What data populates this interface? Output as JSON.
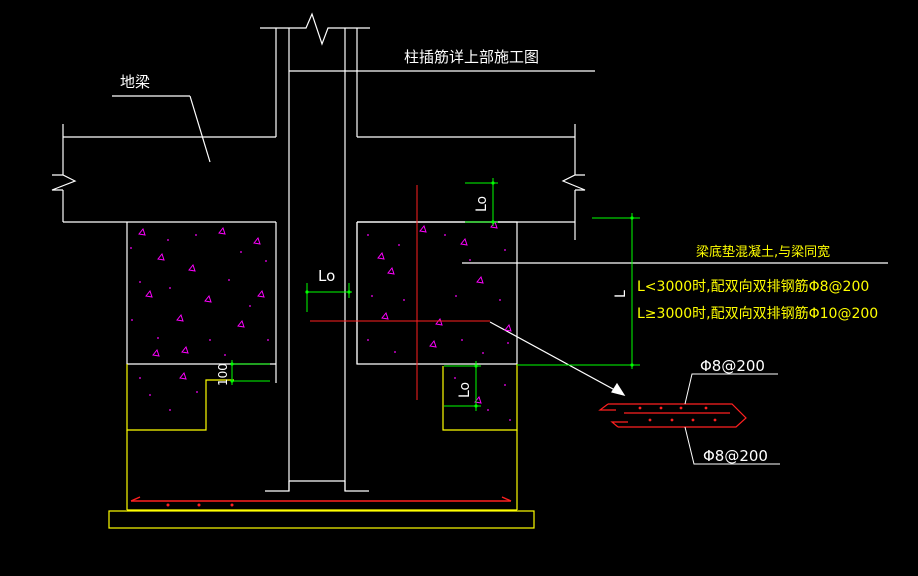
{
  "labels": {
    "ground_beam": "地梁",
    "column_title": "柱插筋详上部施工图",
    "beam_bottom_note": "梁底垫混凝土,与梁同宽",
    "rule_short": "L<3000时,配双向双排钢筋Φ8@200",
    "rule_long": "L≥3000时,配双向双排钢筋Φ10@200",
    "rebar_top": "Φ8@200",
    "rebar_bottom": "Φ8@200",
    "dim_lo_left": "Lo",
    "dim_lo_top": "Lo",
    "dim_lo_right": "Lo",
    "dim_100": "100",
    "dim_L": "L"
  },
  "colors": {
    "background": "#000000",
    "structure": "#ffffff",
    "concrete_dots": "#ff00ff",
    "foundation": "#ffff00",
    "dimension": "#00ff00",
    "rebar": "#ff0000",
    "note_text": "#ffff00"
  }
}
